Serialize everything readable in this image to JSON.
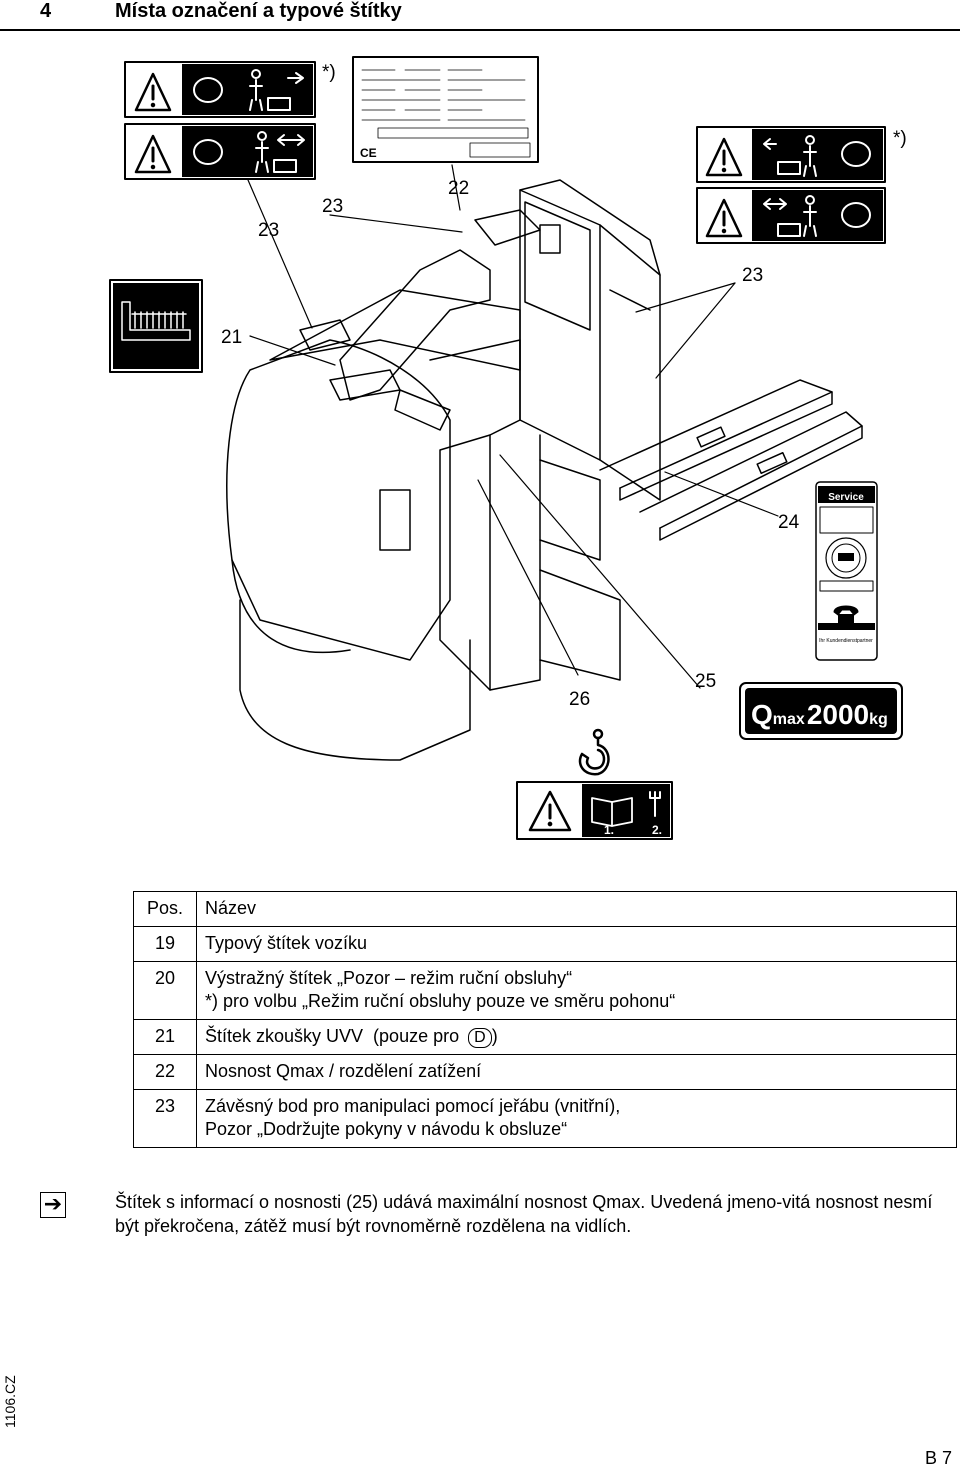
{
  "header": {
    "chapter": "4",
    "title": "Místa označení a typové štítky"
  },
  "figure": {
    "callouts": [
      "*)",
      "*)",
      "23",
      "23",
      "22",
      "23",
      "21",
      "24",
      "25",
      "26"
    ],
    "service_label": {
      "title": "Service",
      "footer": "Ihr Kundendienstpartner"
    },
    "qmax_label": {
      "q": "Q",
      "max": "max",
      "value": "2000",
      "unit": "kg"
    },
    "warning_label": {
      "step1": "1.",
      "step2": "2."
    },
    "nameplate": {
      "mark": "CE"
    }
  },
  "legend": {
    "headers": {
      "pos": "Pos.",
      "name": "Název"
    },
    "rows": [
      {
        "pos": "19",
        "line1": "Typový štítek vozíku",
        "line2": ""
      },
      {
        "pos": "20",
        "line1": "Výstražný štítek „Pozor – režim ruční obsluhy“",
        "line2": "*) pro volbu „Režim ruční obsluhy pouze ve směru pohonu“"
      },
      {
        "pos": "21",
        "line1": "Štítek zkoušky UVV  (pouze pro ",
        "badge": "D",
        "line1_end": ")",
        "line2": ""
      },
      {
        "pos": "22",
        "line1": "Nosnost Qmax / rozdělení zatížení",
        "line2": ""
      },
      {
        "pos": "23",
        "line1": "Závěsný bod pro manipulaci pomocí jeřábu (vnitřní),",
        "line2": "Pozor „Dodržujte pokyny v návodu k obsluze“"
      }
    ]
  },
  "note": {
    "icon": "arrow-right-icon",
    "text": "Štítek s informací o nosnosti (25) udává maximální nosnost Qmax. Uvedená jmeno-vitá nosnost nesmí být překročena, zátěž musí být rovnoměrně rozdělena na vidlích."
  },
  "footer": {
    "doc_code": "1106.CZ",
    "page": "B 7"
  }
}
